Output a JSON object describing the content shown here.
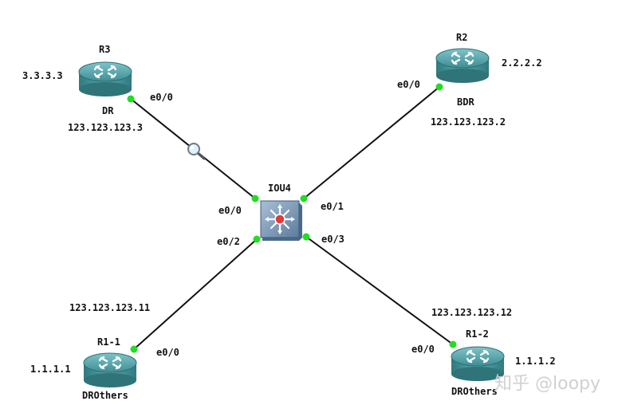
{
  "routers": {
    "r3": {
      "name": "R3",
      "loopback": "3.3.3.3",
      "role": "DR",
      "interface": "e0/0",
      "ip": "123.123.123.3"
    },
    "r2": {
      "name": "R2",
      "loopback": "2.2.2.2",
      "role": "BDR",
      "interface": "e0/0",
      "ip": "123.123.123.2"
    },
    "r1_1": {
      "name": "R1-1",
      "loopback": "1.1.1.1",
      "role": "DROthers",
      "interface": "e0/0",
      "ip": "123.123.123.11"
    },
    "r1_2": {
      "name": "R1-2",
      "loopback": "1.1.1.2",
      "role": "DROthers",
      "interface": "e0/0",
      "ip": "123.123.123.12"
    }
  },
  "switch": {
    "name": "IOU4",
    "ports": {
      "p0": "e0/0",
      "p1": "e0/1",
      "p2": "e0/2",
      "p3": "e0/3"
    }
  },
  "watermark": "知乎 @loopy",
  "icons": {
    "router": "router-icon",
    "switch": "switch-icon",
    "capture": "magnifier-icon",
    "link_status": "link-up-dot"
  },
  "colors": {
    "link": "#111111",
    "link_up": "#22dd22",
    "router_body": "#4f9ea4",
    "switch_body": "#6f8fb0"
  }
}
